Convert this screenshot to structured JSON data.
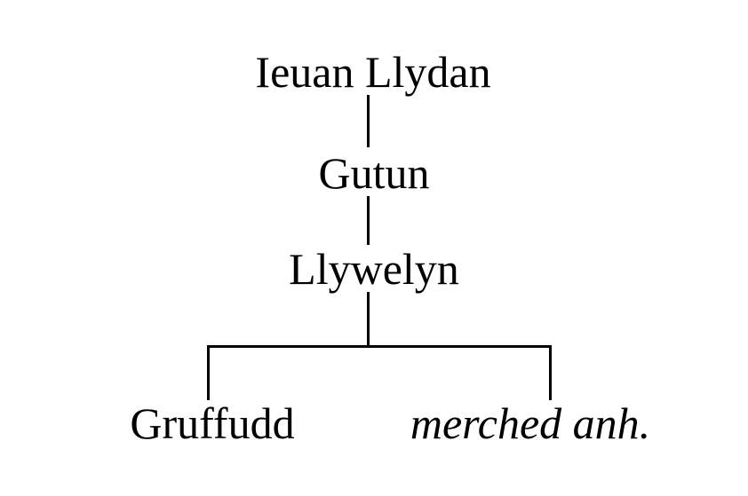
{
  "diagram": {
    "type": "family-tree",
    "background_color": "#ffffff",
    "line_color": "#000000",
    "text_color": "#000000",
    "nodes": [
      {
        "id": "ieuan-llydan",
        "label": "Ieuan Llydan",
        "generation": 1,
        "style": "roman"
      },
      {
        "id": "gutun",
        "label": "Gutun",
        "generation": 2,
        "style": "roman"
      },
      {
        "id": "llywelyn",
        "label": "Llywelyn",
        "generation": 3,
        "style": "roman"
      },
      {
        "id": "gruffudd",
        "label": "Gruffudd",
        "generation": 4,
        "style": "roman"
      },
      {
        "id": "merched-anh",
        "label": "merched anh.",
        "generation": 4,
        "style": "italic"
      }
    ],
    "edges": [
      {
        "id": "ieuan-gutun",
        "from": "ieuan-llydan",
        "to": "gutun",
        "kind": "vertical"
      },
      {
        "id": "gutun-llywelyn",
        "from": "gutun",
        "to": "llywelyn",
        "kind": "vertical"
      },
      {
        "id": "llywelyn-bar",
        "from": "llywelyn",
        "to": "sibling-bar",
        "kind": "vertical"
      },
      {
        "id": "sibling-bar",
        "from": "sibling-bar",
        "to": "children",
        "kind": "horizontal"
      },
      {
        "id": "bar-gruffudd",
        "from": "sibling-bar",
        "to": "gruffudd",
        "kind": "vertical"
      },
      {
        "id": "bar-merched",
        "from": "sibling-bar",
        "to": "merched-anh",
        "kind": "vertical"
      }
    ]
  }
}
